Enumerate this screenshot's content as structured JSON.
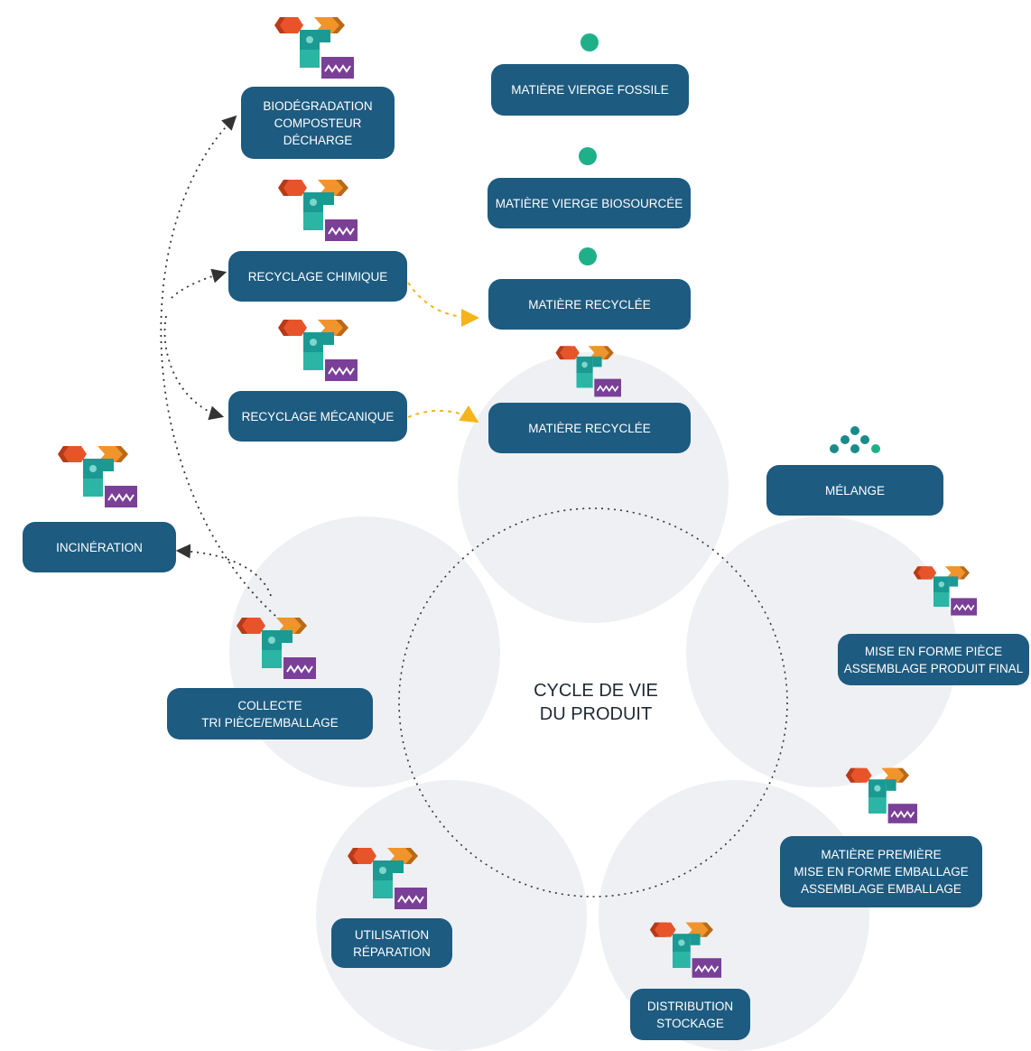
{
  "center": {
    "line1": "CYCLE DE VIE",
    "line2": "DU PRODUIT"
  },
  "boxes": {
    "biodegradation": [
      "BIODÉGRADATION",
      "COMPOSTEUR",
      "DÉCHARGE"
    ],
    "recyclage_chimique": [
      "RECYCLAGE CHIMIQUE"
    ],
    "recyclage_mecanique": [
      "RECYCLAGE MÉCANIQUE"
    ],
    "incineration": [
      "INCINÉRATION"
    ],
    "collecte": [
      "COLLECTE",
      "TRI PIÈCE/EMBALLAGE"
    ],
    "utilisation": [
      "UTILISATION",
      "RÉPARATION"
    ],
    "distribution": [
      "DISTRIBUTION",
      "STOCKAGE"
    ],
    "matiere_premiere": [
      "MATIÈRE PREMIÈRE",
      "MISE EN FORME EMBALLAGE",
      "ASSEMBLAGE EMBALLAGE"
    ],
    "mise_en_forme": [
      "MISE EN FORME PIÈCE",
      "ASSEMBLAGE PRODUIT FINAL"
    ],
    "melange": [
      "MÉLANGE"
    ],
    "matiere_fossile": [
      "MATIÈRE VIERGE FOSSILE"
    ],
    "matiere_biosourcee": [
      "MATIÈRE VIERGE BIOSOURCÉE"
    ],
    "matiere_recyclee_1": [
      "MATIÈRE RECYCLÉE"
    ],
    "matiere_recyclee_2": [
      "MATIÈRE RECYCLÉE"
    ]
  },
  "colors": {
    "box": "#1d5b80",
    "circle": "#eef0f3",
    "teal": "#1fb08a",
    "arrow_dark": "#333333",
    "arrow_yellow": "#f4b41a",
    "icon_red": "#e8542a",
    "icon_orange": "#f1942c",
    "icon_teal": "#1a9a92",
    "icon_purple": "#7a3f97"
  }
}
